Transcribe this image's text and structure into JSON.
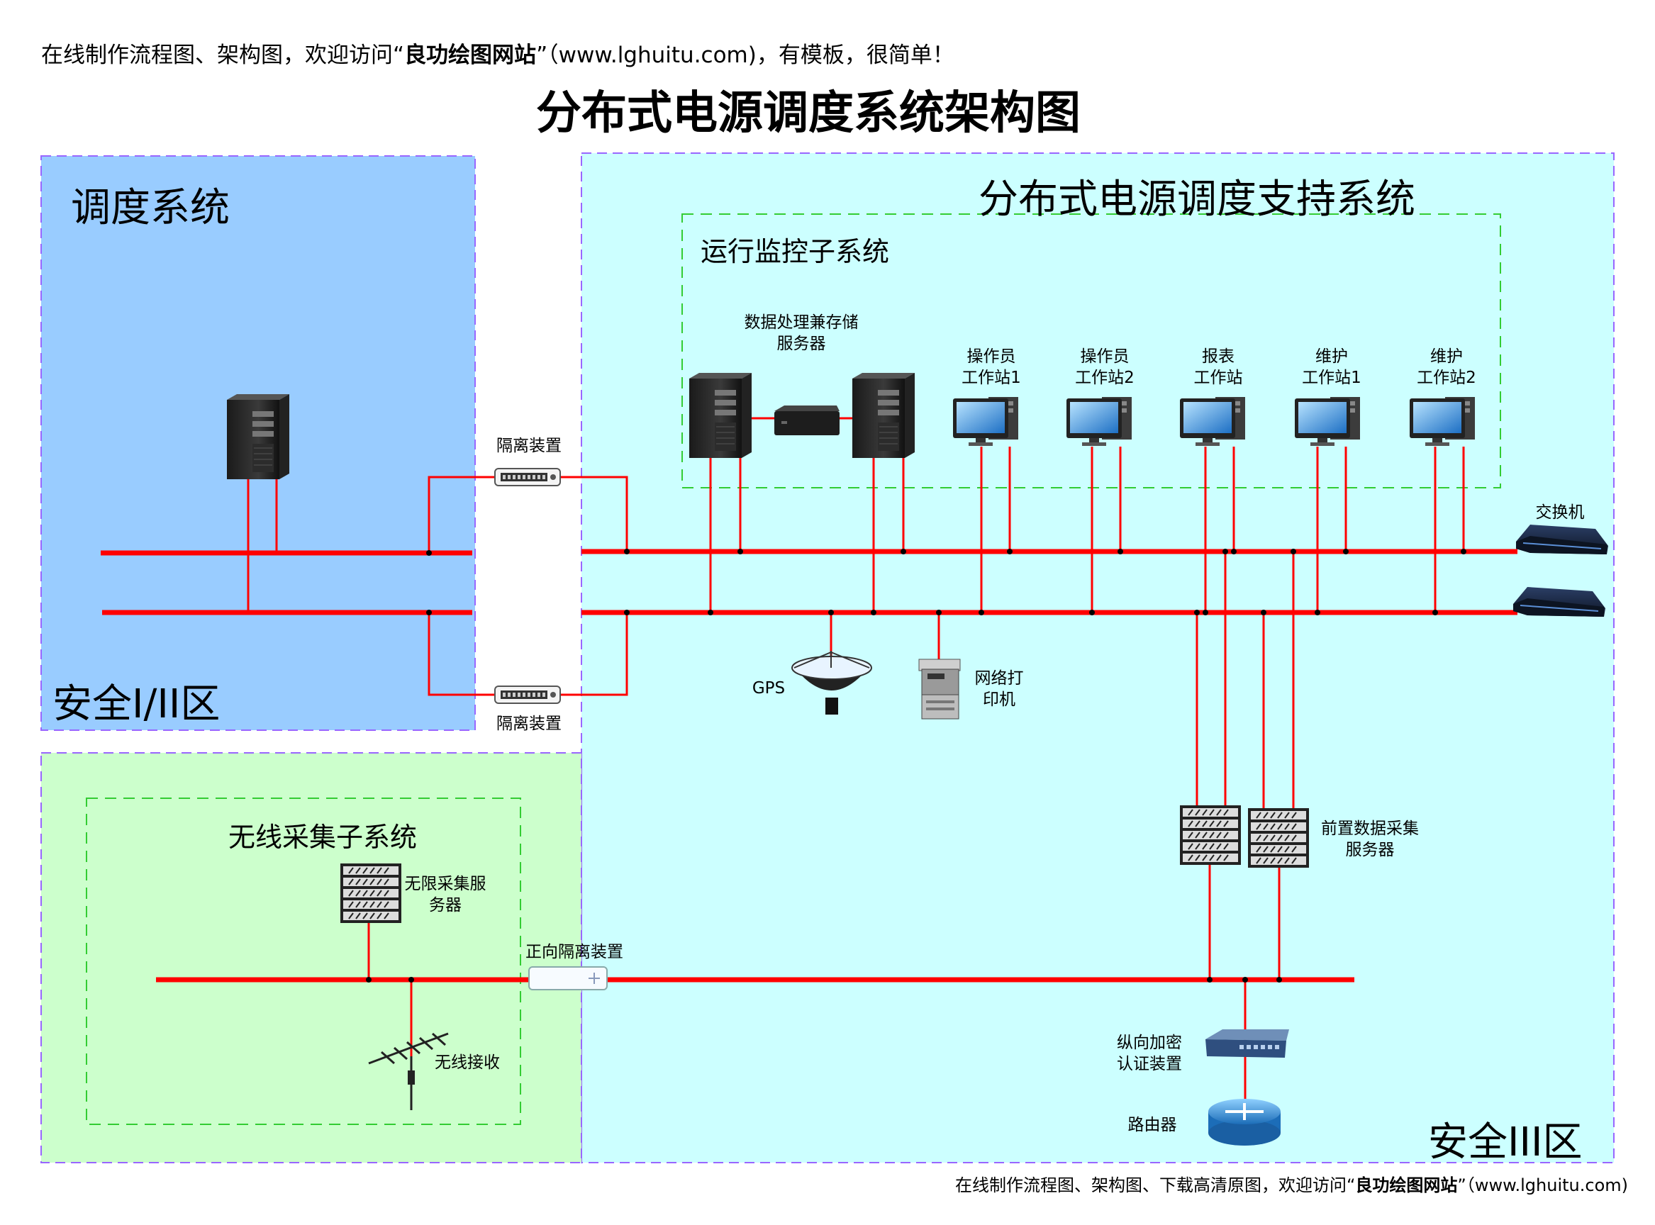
{
  "header": {
    "note_prefix": "在线制作流程图、架构图，欢迎访问“",
    "note_brand": "良功绘图网站",
    "note_suffix": "”（www.lghuitu.com)，有模板，很简单！",
    "title": "分布式电源调度系统架构图"
  },
  "footer": {
    "note_prefix": "在线制作流程图、架构图、下载高清原图，欢迎访问“",
    "note_brand": "良功绘图网站",
    "note_suffix": "”（www.lghuitu.com)"
  },
  "zones": {
    "dispatch_title": "调度系统",
    "security_1_2": "安全I/II区",
    "support_title": "分布式电源调度支持系统",
    "monitor_title": "运行监控子系统",
    "wireless_title": "无线采集子系统",
    "security_3": "安全III区"
  },
  "labels": {
    "storage_server": [
      "数据处理兼存储",
      "服务器"
    ],
    "op_ws1": [
      "操作员",
      "工作站1"
    ],
    "op_ws2": [
      "操作员",
      "工作站2"
    ],
    "report_ws": [
      "报表",
      "工作站"
    ],
    "maint_ws1": [
      "维护",
      "工作站1"
    ],
    "maint_ws2": [
      "维护",
      "工作站2"
    ],
    "isolation_top": "隔离装置",
    "isolation_bottom": "隔离装置",
    "switch": "交换机",
    "gps": "GPS",
    "printer": [
      "网络打",
      "印机"
    ],
    "front_server": [
      "前置数据采集",
      "服务器"
    ],
    "wireless_server": [
      "无限采集服",
      "务器"
    ],
    "forward_isolation": "正向隔离装置",
    "wireless_receive": "无线接收",
    "encryption": [
      "纵向加密",
      "认证装置"
    ],
    "router": "路由器"
  },
  "colors": {
    "dispatch_zone": "#99ccff",
    "support_zone": "#ccffff",
    "wireless_zone": "#ccffcc",
    "zone_border": "#9966ff",
    "sub_border": "#33cc33",
    "line": "#ff0000"
  }
}
